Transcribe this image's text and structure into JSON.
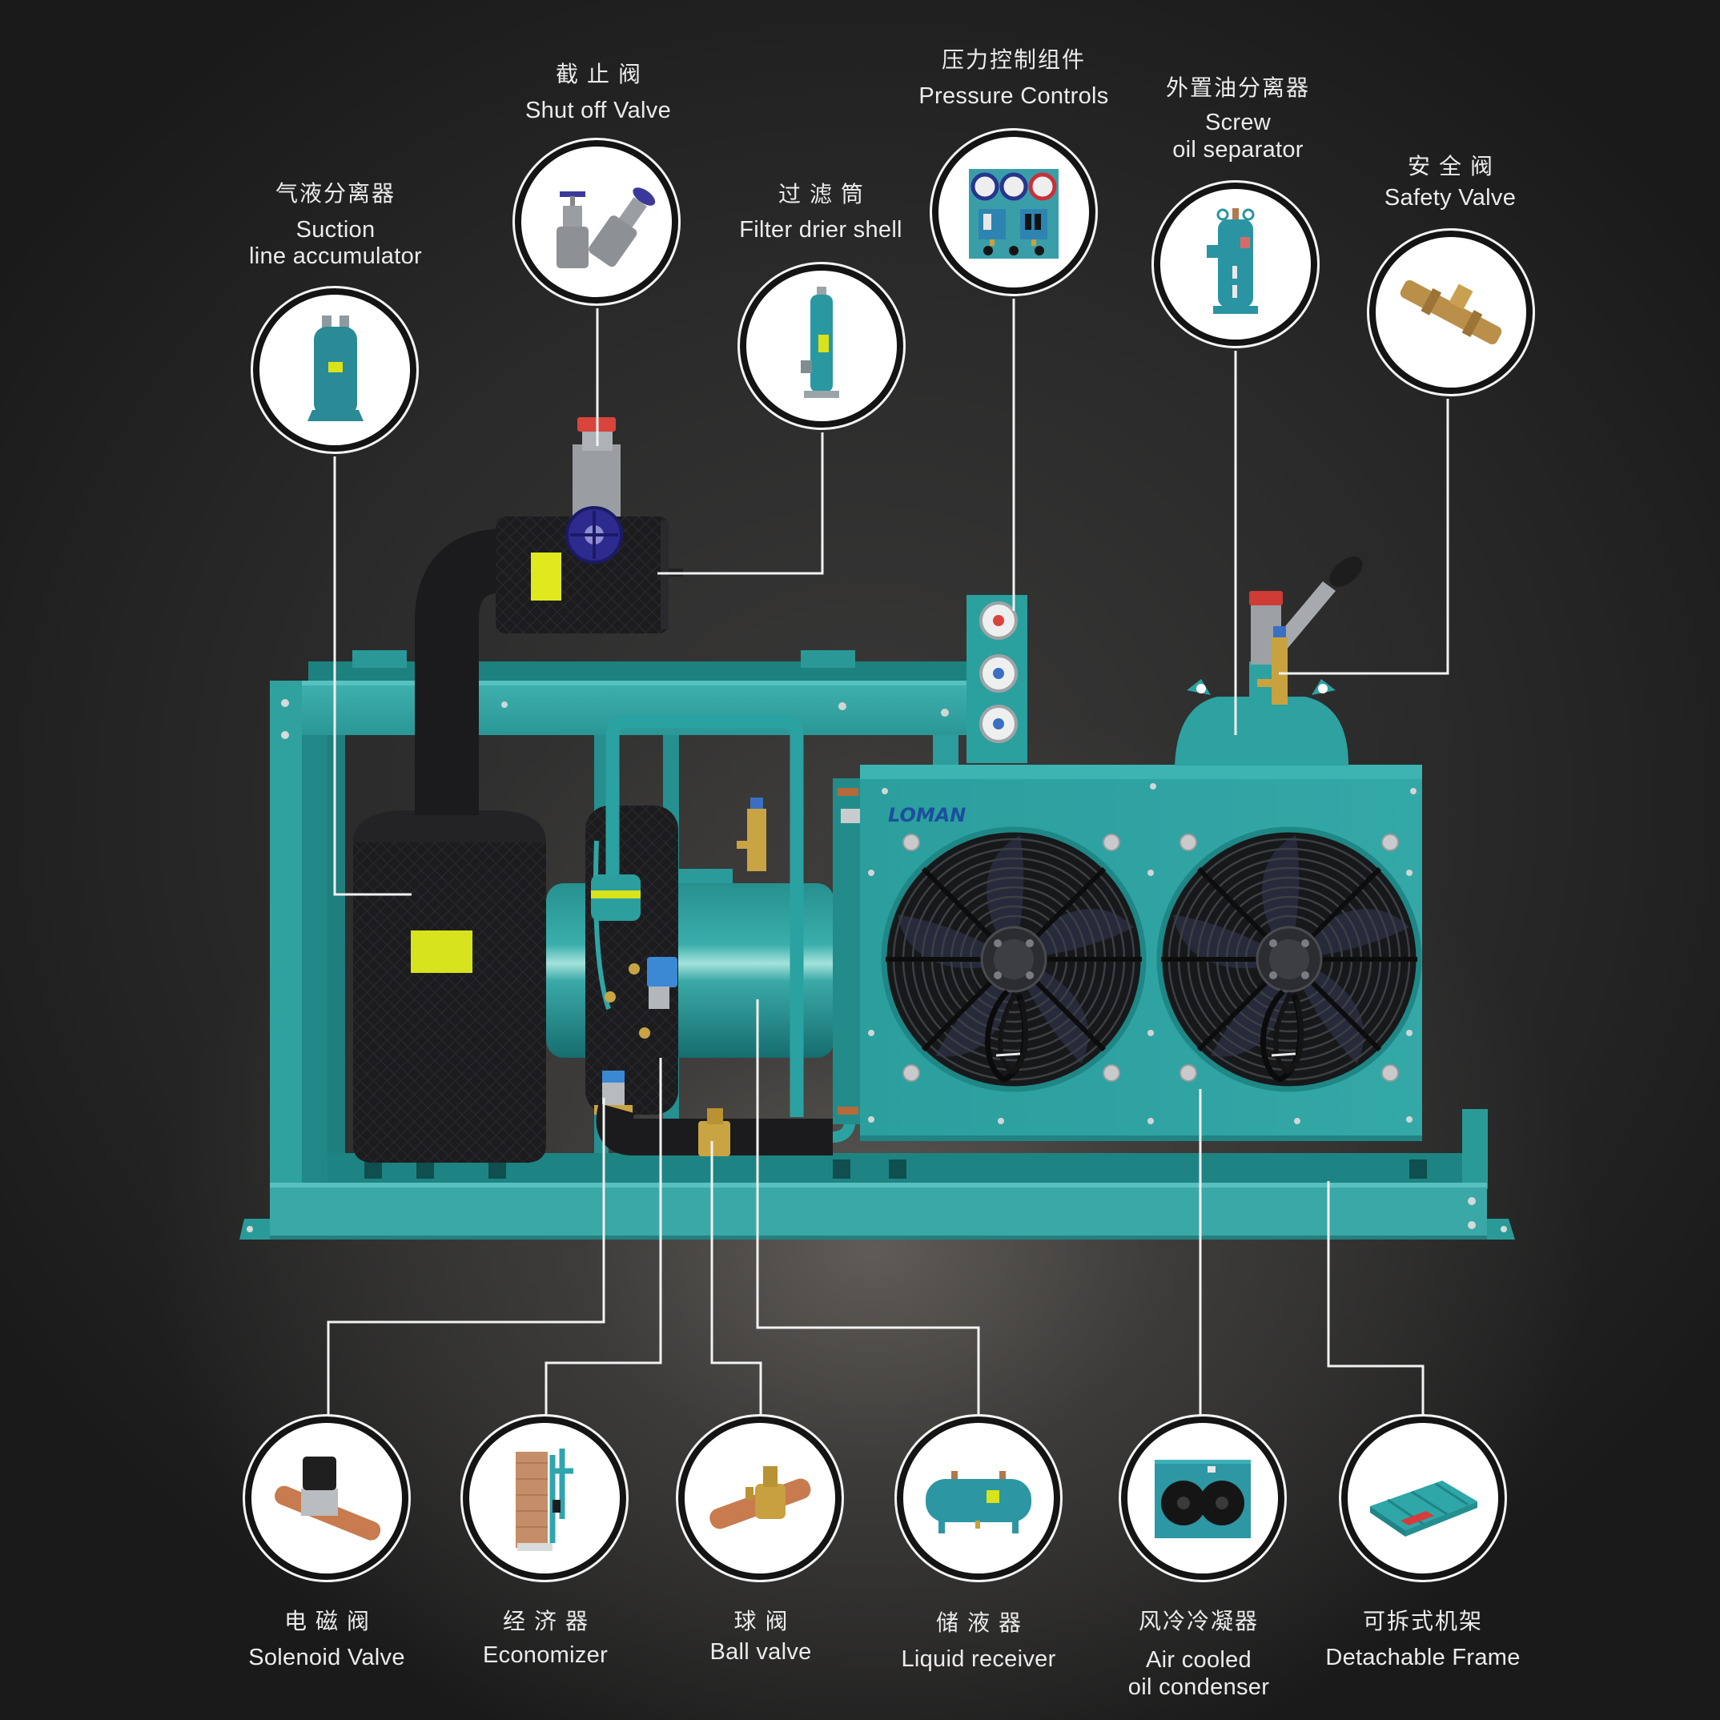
{
  "brand": {
    "logo_text": "LOMAN"
  },
  "colors": {
    "background": "#1c1c1c",
    "frame_teal": "#2fa3a3",
    "label_text": "#ececec",
    "connector_line": "#f2f2f2",
    "logo_blue": "#1b4f9e",
    "label_yellow": "#dbe51c"
  },
  "callouts": {
    "top": [
      {
        "zh": "气液分离器",
        "en": [
          "Suction",
          "line accumulator"
        ],
        "icon": "accumulator-icon"
      },
      {
        "zh": "截止阀",
        "en": [
          "Shut off Valve"
        ],
        "icon": "shut-off-valve-icon"
      },
      {
        "zh": "过滤筒",
        "en": [
          "Filter drier shell"
        ],
        "icon": "filter-drier-icon"
      },
      {
        "zh": "压力控制组件",
        "en": [
          "Pressure Controls"
        ],
        "icon": "pressure-controls-icon"
      },
      {
        "zh": "外置油分离器",
        "en": [
          "Screw",
          "oil separator"
        ],
        "icon": "oil-separator-icon"
      },
      {
        "zh": "安全阀",
        "en": [
          "Safety Valve"
        ],
        "icon": "safety-valve-icon"
      }
    ],
    "bottom": [
      {
        "zh": "电磁阀",
        "en": [
          "Solenoid Valve"
        ],
        "icon": "solenoid-valve-icon"
      },
      {
        "zh": "经济器",
        "en": [
          "Economizer"
        ],
        "icon": "economizer-icon"
      },
      {
        "zh": "球阀",
        "en": [
          "Ball valve"
        ],
        "icon": "ball-valve-icon"
      },
      {
        "zh": "储液器",
        "en": [
          "Liquid receiver"
        ],
        "icon": "liquid-receiver-icon"
      },
      {
        "zh": "风冷冷凝器",
        "en": [
          "Air cooled",
          "oil condenser"
        ],
        "icon": "air-cooled-condenser-icon"
      },
      {
        "zh": "可拆式机架",
        "en": [
          "Detachable Frame"
        ],
        "icon": "detachable-frame-icon"
      }
    ]
  }
}
